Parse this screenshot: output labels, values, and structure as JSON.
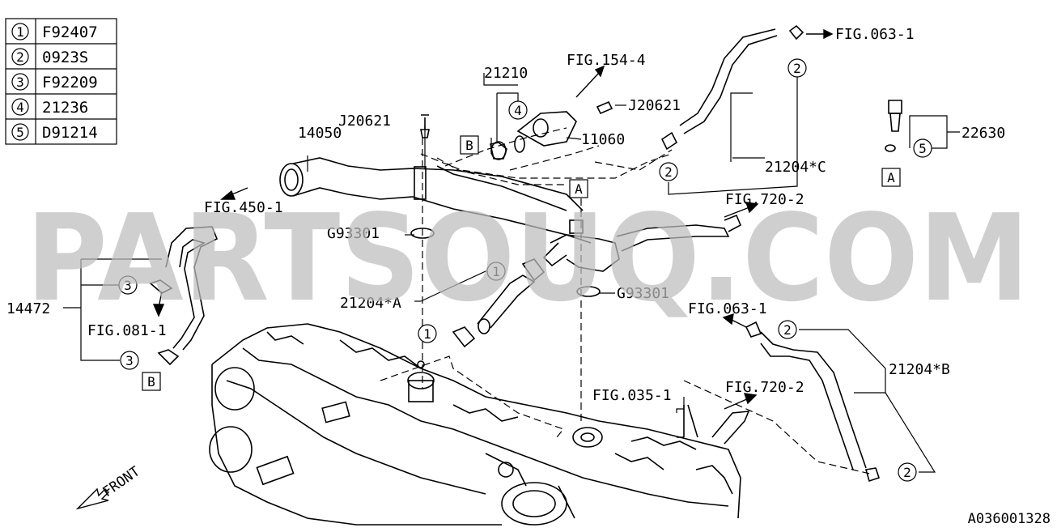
{
  "legend": {
    "rows": [
      {
        "num": "1",
        "code": "F92407"
      },
      {
        "num": "2",
        "code": "0923S"
      },
      {
        "num": "3",
        "code": "F92209"
      },
      {
        "num": "4",
        "code": "21236"
      },
      {
        "num": "5",
        "code": "D91214"
      }
    ]
  },
  "watermark": "PARTSOUQ.COM",
  "diagram_id": "A036001328",
  "front_label": "FRONT",
  "labels": {
    "p14050": "14050",
    "fig450": "FIG.450-1",
    "j20621a": "J20621",
    "p21210": "21210",
    "fig154": "FIG.154-4",
    "j20621b": "J20621",
    "p11060": "11060",
    "fig063a": "FIG.063-1",
    "p21204c": "21204*C",
    "p22630": "22630",
    "fig720a": "FIG.720-2",
    "g93301a": "G93301",
    "g93301b": "G93301",
    "p21204a": "21204*A",
    "p14472": "14472",
    "fig081": "FIG.081-1",
    "fig063b": "FIG.063-1",
    "p21204b": "21204*B",
    "fig035": "FIG.035-1",
    "fig720b": "FIG.720-2"
  },
  "ref_boxes": {
    "B": "B",
    "A": "A"
  },
  "callouts": {
    "one": "1",
    "two": "2",
    "three": "3",
    "four": "4",
    "five": "5"
  }
}
